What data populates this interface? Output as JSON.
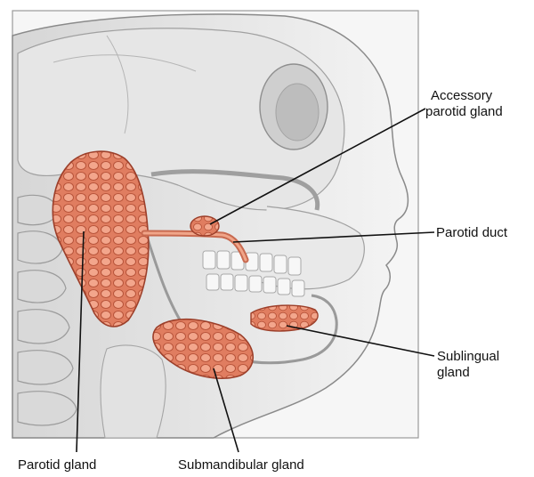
{
  "figure": {
    "labels": {
      "accessory_line1": "Accessory",
      "accessory_line2": "parotid gland",
      "parotid_duct": "Parotid duct",
      "sublingual_line1": "Sublingual",
      "sublingual_line2": "gland",
      "parotid_gland": "Parotid gland",
      "submandibular_gland": "Submandibular gland"
    },
    "colors": {
      "gland_fill": "#e58a6e",
      "gland_lobule": "#f4a98f",
      "gland_outline": "#9c3f2a",
      "bone": "#e4e4e4",
      "bone_shadow": "#bdbdbd",
      "skin": "#f1f1f1",
      "leader": "#111111"
    }
  }
}
